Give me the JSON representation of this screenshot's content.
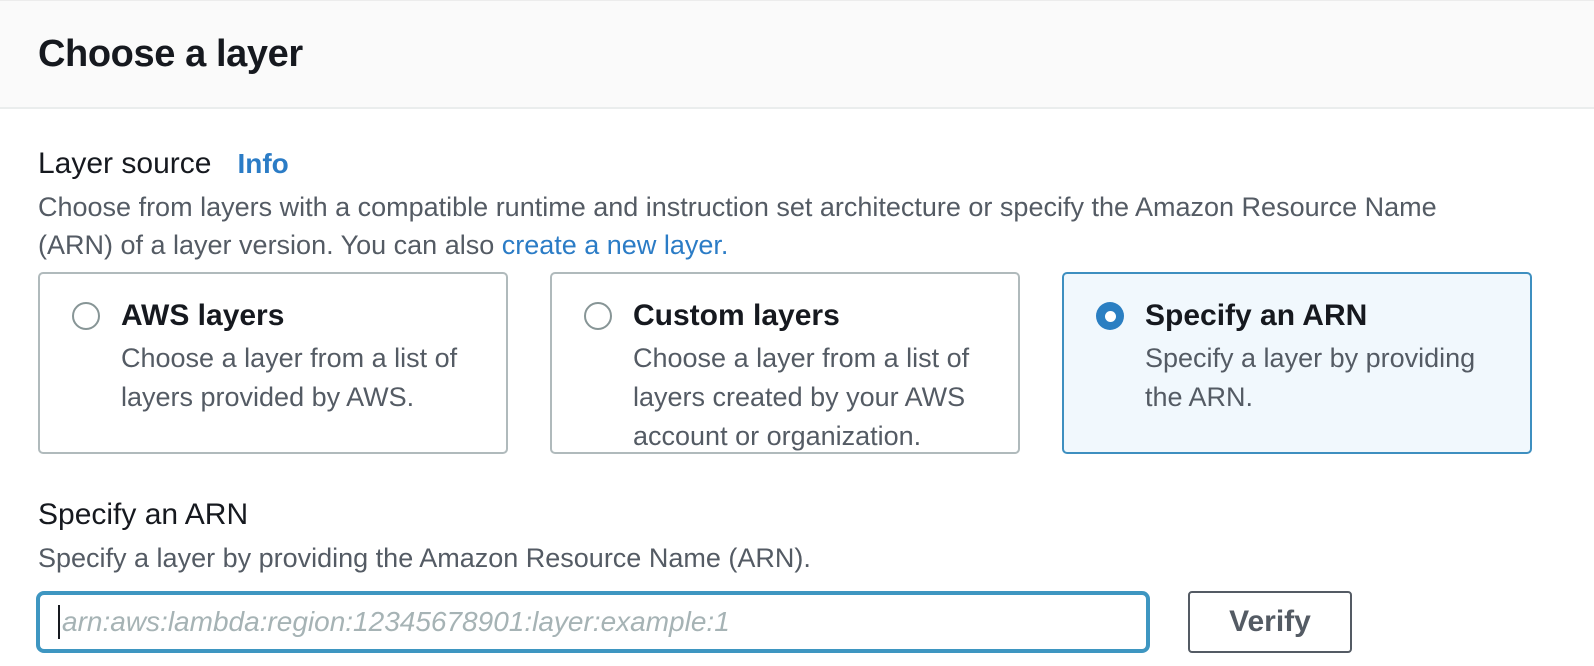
{
  "header": {
    "title": "Choose a layer"
  },
  "layer_source": {
    "label": "Layer source",
    "info_link": "Info",
    "description_before_link": "Choose from layers with a compatible runtime and instruction set architecture or specify the Amazon Resource Name (ARN) of a layer version. You can also ",
    "description_link": "create a new layer."
  },
  "options": [
    {
      "title": "AWS layers",
      "description": "Choose a layer from a list of layers provided by AWS.",
      "selected": false
    },
    {
      "title": "Custom layers",
      "description": "Choose a layer from a list of layers created by your AWS account or organization.",
      "selected": false
    },
    {
      "title": "Specify an ARN",
      "description": "Specify a layer by providing the ARN.",
      "selected": true
    }
  ],
  "arn_section": {
    "heading": "Specify an ARN",
    "description": "Specify a layer by providing the Amazon Resource Name (ARN).",
    "input_value": "",
    "input_placeholder": "arn:aws:lambda:region:12345678901:layer:example:1",
    "verify_button": "Verify"
  },
  "colors": {
    "link_blue": "#2b7cc6",
    "radio_selected_blue": "#2b7fc2",
    "selected_card_border": "#3e8fc0",
    "selected_card_bg": "#f1f8fd",
    "input_focus_border": "#3e96c1",
    "muted_text": "#545b64",
    "divider": "#eaeded"
  }
}
